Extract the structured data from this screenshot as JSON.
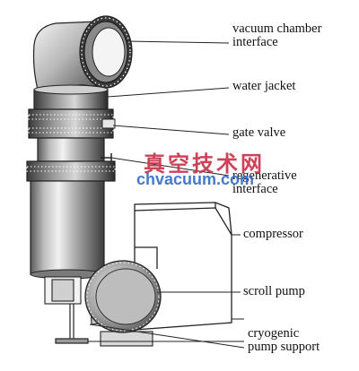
{
  "labels": {
    "vacuum_chamber_interface": "vacuum chamber\ninterface",
    "water_jacket": "water jacket",
    "gate_valve": "gate valve",
    "regenerative_interface": "regenerative\ninterface",
    "compressor": "compressor",
    "scroll_pump": "scroll pump",
    "cryogenic_pump_support": "cryogenic\npump support"
  },
  "watermark": {
    "chinese": "真空技术网",
    "latin": "chvacuum.com"
  },
  "colors": {
    "line": "#222222",
    "watermark_red": "#c8344a",
    "watermark_blue": "#2e67c4"
  }
}
